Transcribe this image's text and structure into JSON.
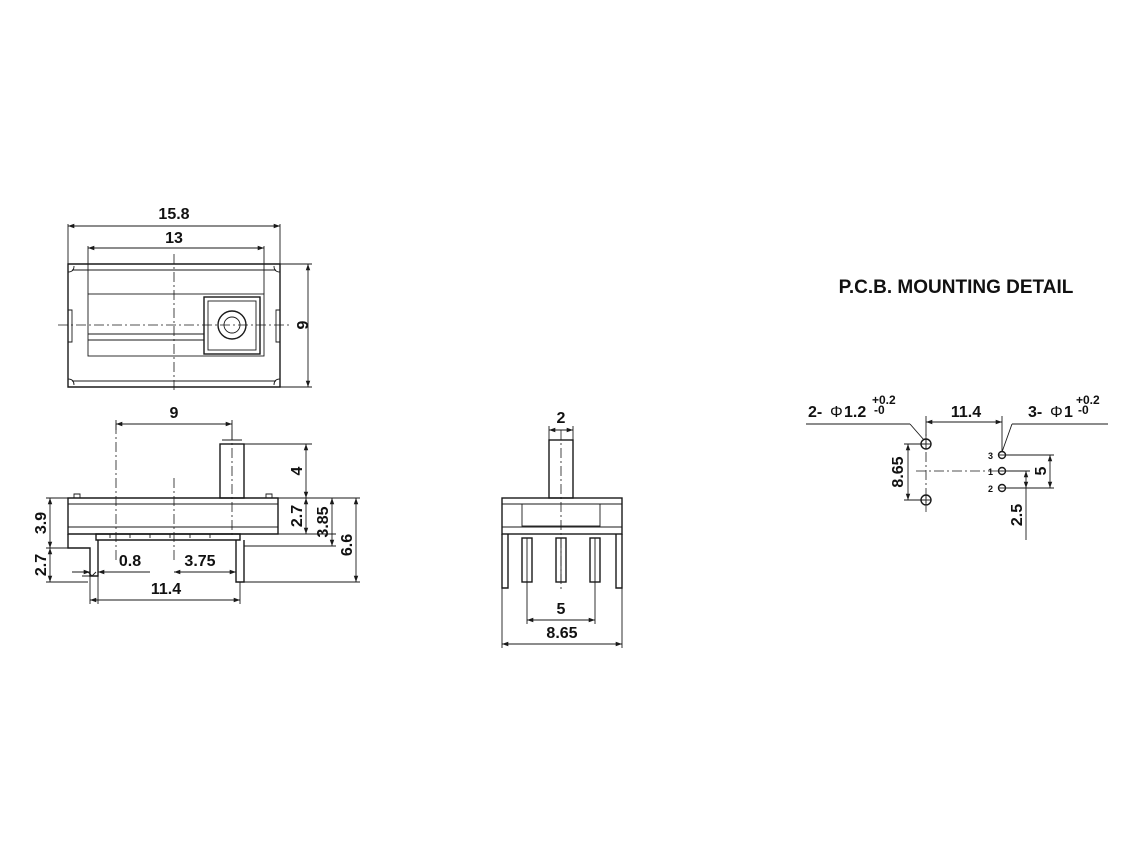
{
  "top_view": {
    "dim_overall_width": "15.8",
    "dim_inner_width": "13",
    "dim_height": "9"
  },
  "side_view": {
    "dim_actuator_offset": "9",
    "dim_actuator_height": "4",
    "dim_body_height": "2.7",
    "dim_body_plus_actuator": "3.85",
    "dim_total_height": "6.6",
    "dim_left_height": "3.9",
    "dim_pin_height": "2.7",
    "dim_pin_width": "0.8",
    "dim_pin_offset": "3.75",
    "dim_pin_span": "11.4"
  },
  "end_view": {
    "dim_actuator_width": "2",
    "dim_pin_pitch": "5",
    "dim_overall_width": "8.65"
  },
  "pcb_detail": {
    "title": "P.C.B. MOUNTING DETAIL",
    "hole_a_prefix": "2-",
    "hole_a_symbol": "Φ",
    "hole_a_dia": "1.2",
    "hole_a_tol_plus": "+0.2",
    "hole_a_tol_minus": "-0",
    "hole_b_prefix": "3-",
    "hole_b_symbol": "Φ",
    "hole_b_dia": "1",
    "hole_b_tol_plus": "+0.2",
    "hole_b_tol_minus": "-0",
    "dim_hole_spacing": "11.4",
    "dim_lug_spacing": "8.65",
    "dim_pin_pitch": "5",
    "dim_pin_offset": "2.5",
    "pin_label_3": "3",
    "pin_label_1": "1",
    "pin_label_2": "2"
  }
}
